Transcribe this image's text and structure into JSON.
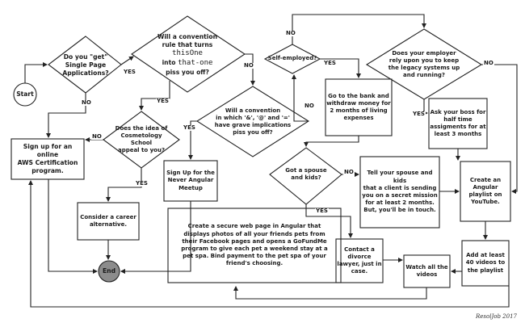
{
  "nodes": {
    "start": "Start",
    "end": "End",
    "q_spa": "Do you \"get\"\nSingle Page\nApplications?",
    "q_convention_a": "Will a convention\nrule that turns",
    "q_convention_a_code1": "thisOne",
    "q_convention_a_mid": "into",
    "q_convention_a_code2": "that-one",
    "q_convention_a_end": "piss you off?",
    "q_convention_b": "Will a convention\nin which '&', '@' and '='\nhave grave implications\npiss you off?",
    "q_cosmetology": "Does the idea of\nCosmetology School\nappeal to you?",
    "q_self_employed": "Self-employed?",
    "q_legacy": "Does your employer\nrely upon you to keep\nthe legacy systems up\nand running?",
    "q_spouse": "Got a spouse\nand kids?",
    "b_aws": "Sign up for an online\nAWS Certification\nprogram.",
    "b_never_angular": "Sign Up for the\nNever Angular\nMeetup",
    "b_career": "Consider a career\nalternative.",
    "b_secure_page": "Create a secure web page in Angular that\ndisplays photos of all your friends pets from\ntheir Facebook pages and opens a GoFundMe\nprogram to give each pet a weekend stay at a\npet spa. Bind payment to the pet spa of your\nfriend's choosing.",
    "b_bank": "Go to the bank and\nwithdraw money for\n2 months of living\nexpenses",
    "b_boss": "Ask your boss for\nhalf time\nassigments for at\nleast 3 months",
    "b_tell_spouse": "Tell your spouse and kids\nthat a client is sending\nyou on a secret mission\nfor at least 2 months.\nBut, you'll be in touch.",
    "b_playlist": "Create an\nAngular\nplaylist on\nYouTube.",
    "b_add_videos": "Add at least\n40 videos to\nthe playlist",
    "b_divorce": "Contact a divorce\nlawyer, just in\ncase.",
    "b_watch": "Watch all the\nvideos"
  },
  "labels": {
    "yes": "YES",
    "no": "NO"
  },
  "signature": "ResolJob 2017"
}
